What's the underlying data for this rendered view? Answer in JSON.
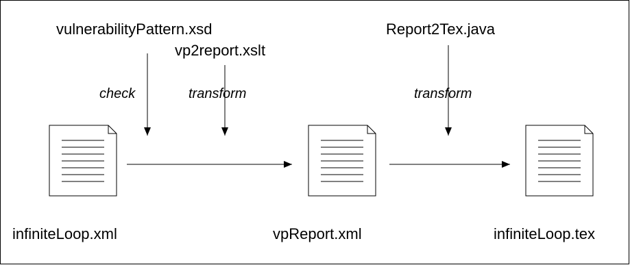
{
  "labels": {
    "schema": "vulnerabilityPattern.xsd",
    "stylesheet": "vp2report.xslt",
    "converter": "Report2Tex.java",
    "check": "check",
    "transform1": "transform",
    "transform2": "transform",
    "file_input": "infiniteLoop.xml",
    "file_report": "vpReport.xml",
    "file_output": "infiniteLoop.tex"
  },
  "icons": {
    "document": "document-icon",
    "arrow": "arrow-right-icon",
    "arrow_down": "arrow-down-icon"
  },
  "colors": {
    "stroke": "#000000",
    "background": "#ffffff"
  }
}
